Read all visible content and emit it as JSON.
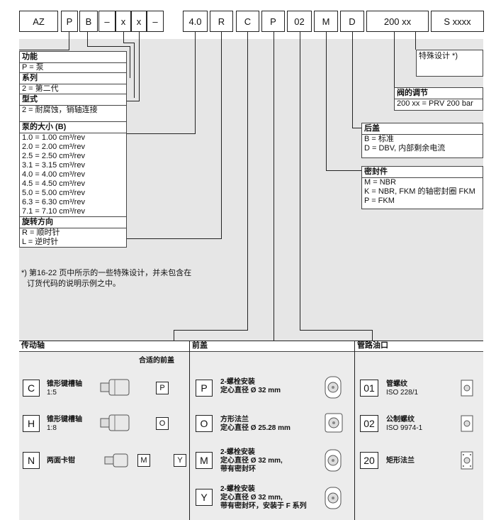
{
  "code_parts": [
    "AZ",
    "P",
    "B",
    "–",
    "x",
    "x",
    "–",
    "4.0",
    "R",
    "C",
    "P",
    "02",
    "M",
    "D",
    "200 xx",
    "S xxxx"
  ],
  "left_list": {
    "function_title": "功能",
    "function_item": "P = 泵",
    "series_title": "系列",
    "series_item": "2 = 第二代",
    "type_title": "型式",
    "type_item": "2 = 耐腐蚀，销轴连接",
    "size_title": "泵的大小 (B)",
    "sizes": [
      "1.0 = 1.00 cm³/rev",
      "2.0 = 2.00 cm³/rev",
      "2.5 = 2.50 cm³/rev",
      "3.1 = 3.15 cm³/rev",
      "4.0 = 4.00 cm³/rev",
      "4.5 = 4.50 cm³/rev",
      "5.0 = 5.00 cm³/rev",
      "6.3 = 6.30 cm³/rev",
      "7.1 = 7.10 cm³/rev"
    ],
    "rotation_title": "旋转方向",
    "rotation_r": "R = 顺时针",
    "rotation_l": "L = 逆时针"
  },
  "note_line1": "*) 第16-22 页中所示的一些特殊设计，并未包含在",
  "note_line2": "订货代码的说明示例之中。",
  "special": {
    "title": "特殊设计 *)"
  },
  "valve": {
    "title": "阀的调节",
    "item": "200 xx = PRV 200 bar"
  },
  "rear": {
    "title": "后盖",
    "item1": "B = 标准",
    "item2": "D = DBV, 内部剩余电流"
  },
  "seal": {
    "title": "密封件",
    "item1": "M = NBR",
    "item2": "K = NBR, FKM 的轴密封圈 FKM",
    "item3": "P = FKM"
  },
  "col_shaft": {
    "title": "传动轴",
    "subtitle": "合适的前盖",
    "rows": [
      {
        "code": "C",
        "name": "锥形键槽轴",
        "sub": "1:5",
        "covers": [
          "P"
        ]
      },
      {
        "code": "H",
        "name": "锥形键槽轴",
        "sub": "1:8",
        "covers": [
          "O"
        ]
      },
      {
        "code": "N",
        "name": "两面卡钳",
        "sub": "",
        "covers": [
          "M",
          "Y"
        ]
      }
    ]
  },
  "col_front": {
    "title": "前盖",
    "rows": [
      {
        "code": "P",
        "l1": "2-螺栓安装",
        "l2": "定心直径 Ø 32 mm",
        "l3": ""
      },
      {
        "code": "O",
        "l1": "方形法兰",
        "l2": "定心直径 Ø 25.28 mm",
        "l3": ""
      },
      {
        "code": "M",
        "l1": "2-螺栓安装",
        "l2": "定心直径 Ø 32 mm,",
        "l3": "带有密封环"
      },
      {
        "code": "Y",
        "l1": "2-螺栓安装",
        "l2": "定心直径 Ø 32 mm,",
        "l3": "带有密封环，安装于 F 系列"
      }
    ]
  },
  "col_port": {
    "title": "管路油口",
    "rows": [
      {
        "code": "01",
        "name": "管螺纹",
        "sub": "ISO 228/1"
      },
      {
        "code": "02",
        "name": "公制螺纹",
        "sub": "ISO 9974-1"
      },
      {
        "code": "20",
        "name": "矩形法兰",
        "sub": ""
      }
    ]
  }
}
